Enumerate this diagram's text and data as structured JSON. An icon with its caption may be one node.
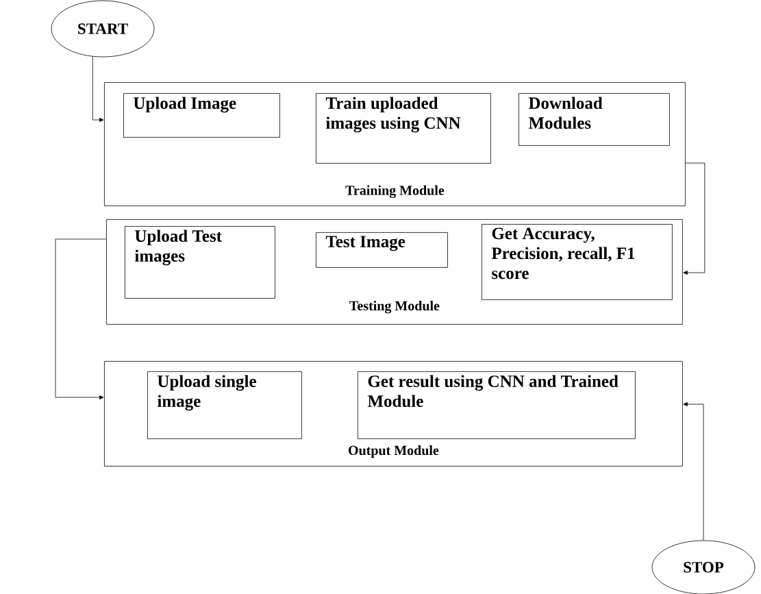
{
  "diagram": {
    "nodes": [
      {
        "text": [
          "START"
        ]
      },
      {
        "text": [
          "Training Module"
        ]
      },
      {
        "text": [
          "Upload Image"
        ],
        "in": 1
      },
      {
        "text": [
          "Train uploaded images using CNN"
        ],
        "in": 1
      },
      {
        "text": [
          "Download Modules"
        ],
        "in": 1
      },
      {
        "text": [
          "Testing Module"
        ]
      },
      {
        "text": [
          "Upload Test images"
        ],
        "in": 5
      },
      {
        "text": [
          "Test Image"
        ],
        "in": 5
      },
      {
        "text": [
          "Get Accuracy, Precision, recall, F1 score"
        ],
        "in": 5
      },
      {
        "text": [
          "Output Module"
        ]
      },
      {
        "text": [
          "Upload single image"
        ],
        "in": 9
      },
      {
        "text": [
          "Get result using CNN and Trained Module"
        ],
        "in": 9
      },
      {
        "text": [
          "STOP"
        ]
      }
    ],
    "edges": [
      {
        "from": 0,
        "to": 1,
        "arrow": "to"
      },
      {
        "from": 1,
        "to": 5,
        "arrow": "to"
      },
      {
        "from": 5,
        "to": 9,
        "arrow": "to"
      },
      {
        "from": 12,
        "to": 9,
        "arrow": "to"
      }
    ]
  }
}
